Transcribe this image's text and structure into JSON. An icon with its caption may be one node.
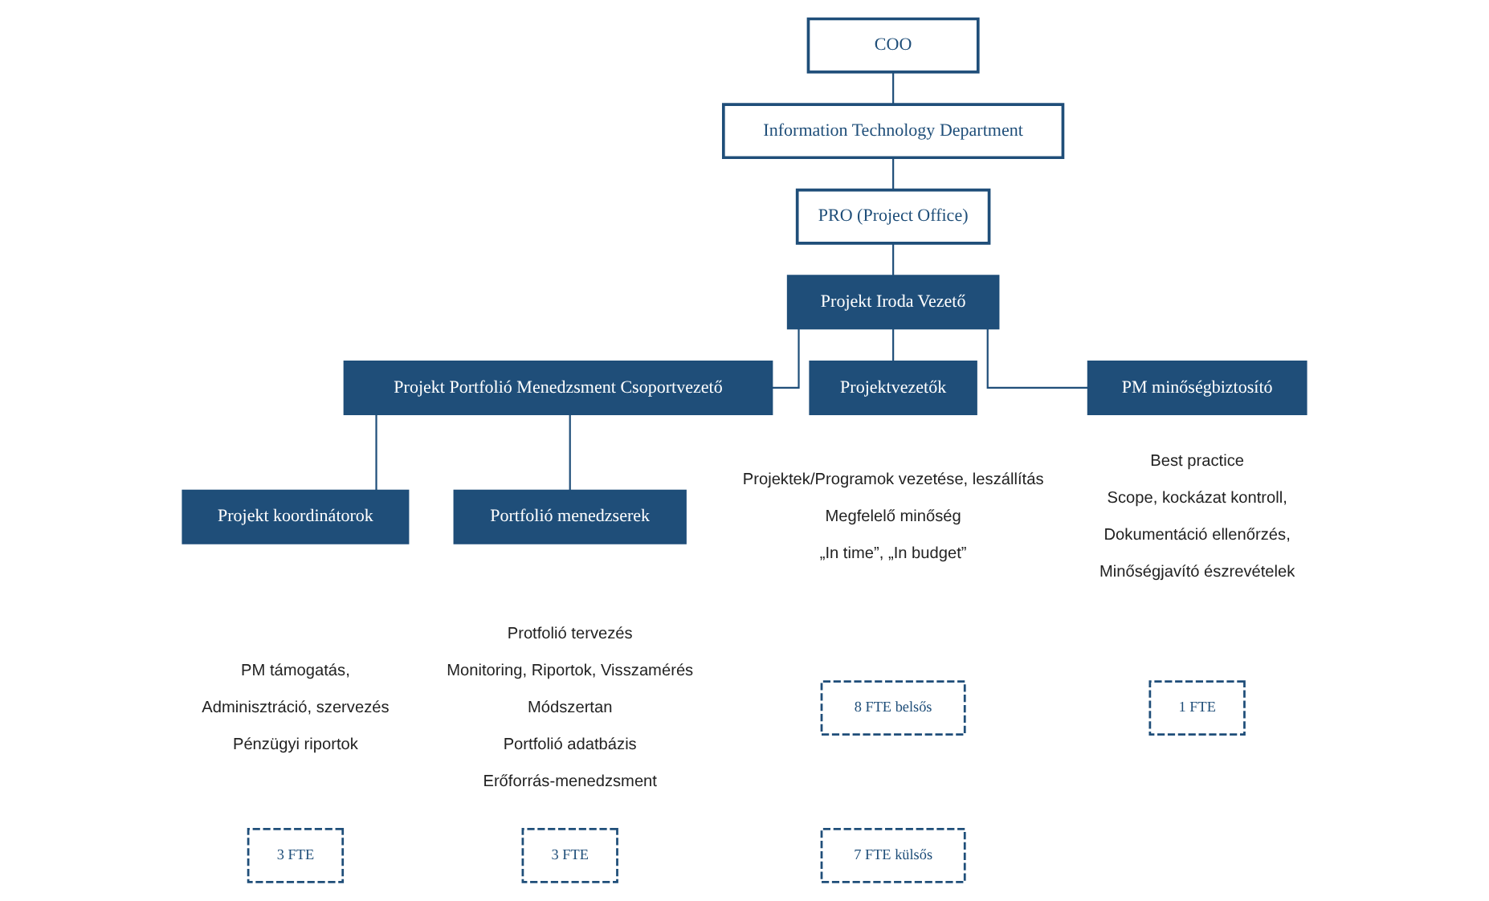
{
  "diagram": {
    "nodes": [
      {
        "text": [
          "COO"
        ]
      },
      {
        "text": [
          "Information Technology Department"
        ]
      },
      {
        "text": [
          "PRO (Project Office)"
        ]
      },
      {
        "text": [
          "Projekt Iroda Vezető"
        ]
      },
      {
        "text": [
          "Projekt Portfolió Menedzsment Csoportvezető"
        ]
      },
      {
        "text": [
          "Projektvezetők"
        ],
        "beside": [
          "Projektek/Programok vezetése, leszállítás",
          "Megfelelő minőség",
          "„In time”, „In budget”"
        ]
      },
      {
        "text": [
          "PM minőségbiztosító"
        ],
        "beside": [
          "Best practice",
          "Scope, kockázat kontroll,",
          "Dokumentáció ellenőrzés,",
          "Minőségjavító észrevételek"
        ]
      },
      {
        "text": [
          "Projekt koordinátorok"
        ],
        "beside": [
          "PM támogatás,",
          "Adminisztráció, szervezés",
          "Pénzügyi riportok"
        ]
      },
      {
        "text": [
          "Portfolió menedzserek"
        ],
        "beside": [
          "Protfolió tervezés",
          "Monitoring, Riportok, Visszamérés",
          "Módszertan",
          "Portfolió adatbázis",
          "Erőforrás-menedzsment"
        ]
      },
      {
        "text": [
          "3 FTE"
        ]
      },
      {
        "text": [
          "3 FTE"
        ]
      },
      {
        "text": [
          "8 FTE belsős"
        ]
      },
      {
        "text": [
          "7 FTE külsős"
        ]
      },
      {
        "text": [
          "1 FTE"
        ]
      }
    ],
    "edges": [
      {
        "from": 0,
        "to": 1,
        "arrow": "none"
      },
      {
        "from": 1,
        "to": 2,
        "arrow": "none"
      },
      {
        "from": 2,
        "to": 3,
        "arrow": "none"
      },
      {
        "from": 3,
        "to": 4,
        "arrow": "none"
      },
      {
        "from": 3,
        "to": 5,
        "arrow": "none"
      },
      {
        "from": 3,
        "to": 6,
        "arrow": "none"
      },
      {
        "from": 4,
        "to": 7,
        "arrow": "none"
      },
      {
        "from": 4,
        "to": 8,
        "arrow": "none"
      }
    ]
  }
}
